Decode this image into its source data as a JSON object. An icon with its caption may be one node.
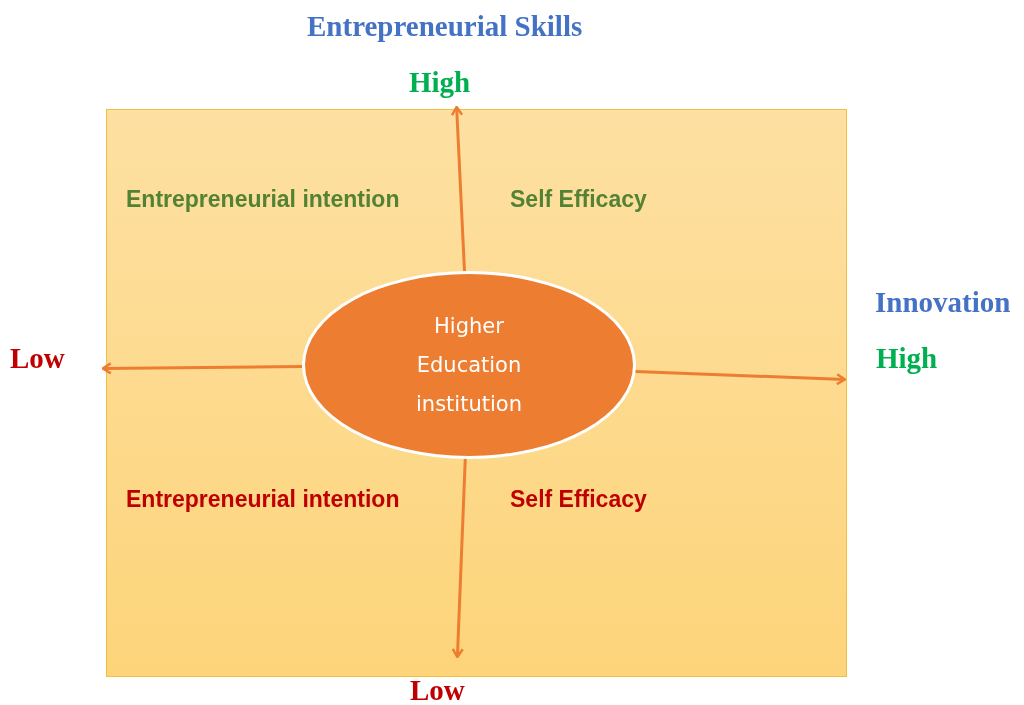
{
  "diagram": {
    "nodes": [
      {
        "text": [
          "Entrepreneurial intention",
          "Self Efficacy",
          "Entrepreneurial intention",
          "Self Efficacy"
        ]
      },
      {
        "text": [
          "Higher Education institution"
        ],
        "in": 0
      },
      {
        "text": [
          "High"
        ]
      },
      {
        "text": [
          "Low"
        ]
      },
      {
        "text": [
          "High"
        ]
      },
      {
        "text": [
          "Low"
        ]
      }
    ],
    "edges": [
      {
        "from": 1,
        "to": 2,
        "arrow": "to"
      },
      {
        "from": 1,
        "to": 3,
        "arrow": "to"
      },
      {
        "from": 1,
        "to": 4,
        "arrow": "to"
      },
      {
        "from": 1,
        "to": 5,
        "arrow": "to"
      }
    ],
    "labels": [
      "Entrepreneurial Skills",
      "Innovation"
    ]
  }
}
